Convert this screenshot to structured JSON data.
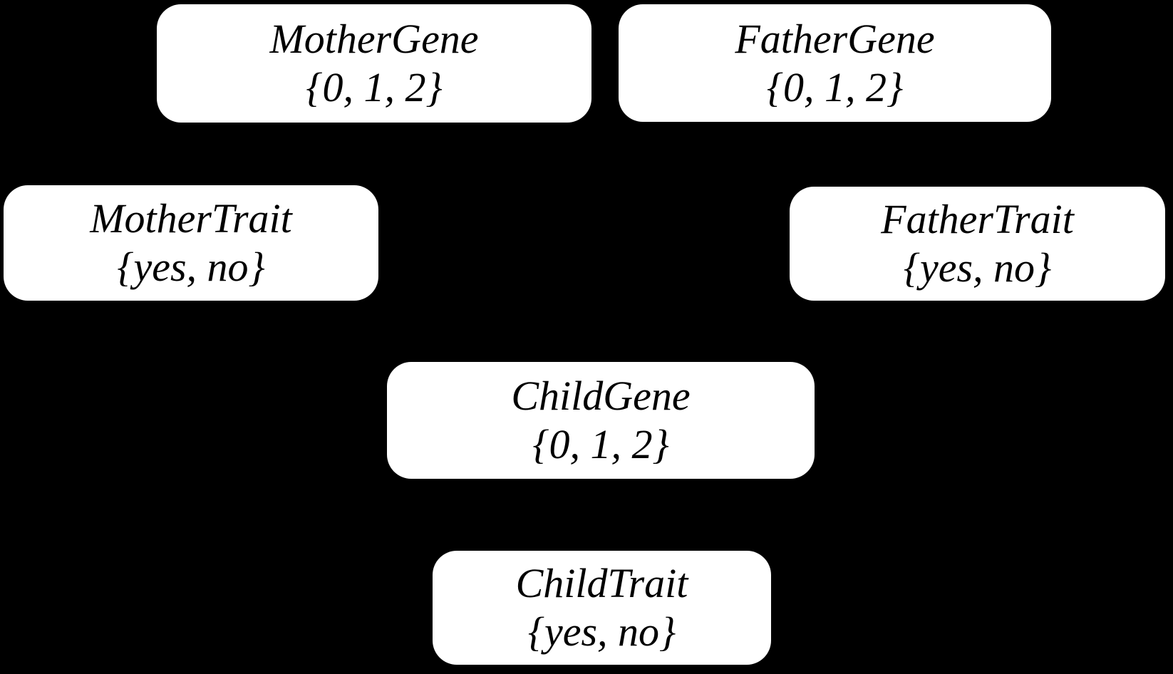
{
  "canvas": {
    "background_color": "#000000",
    "node_style": {
      "fill_color": "#ffffff",
      "text_color": "#000000",
      "shape": "rounded-rectangle"
    },
    "nodes": [
      {
        "id": "mother-gene",
        "name": "MotherGene",
        "values": "{0, 1, 2}"
      },
      {
        "id": "father-gene",
        "name": "FatherGene",
        "values": "{0, 1, 2}"
      },
      {
        "id": "mother-trait",
        "name": "MotherTrait",
        "values": "{yes, no}"
      },
      {
        "id": "father-trait",
        "name": "FatherTrait",
        "values": "{yes, no}"
      },
      {
        "id": "child-gene",
        "name": "ChildGene",
        "values": "{0, 1, 2}"
      },
      {
        "id": "child-trait",
        "name": "ChildTrait",
        "values": "{yes, no}"
      }
    ]
  }
}
